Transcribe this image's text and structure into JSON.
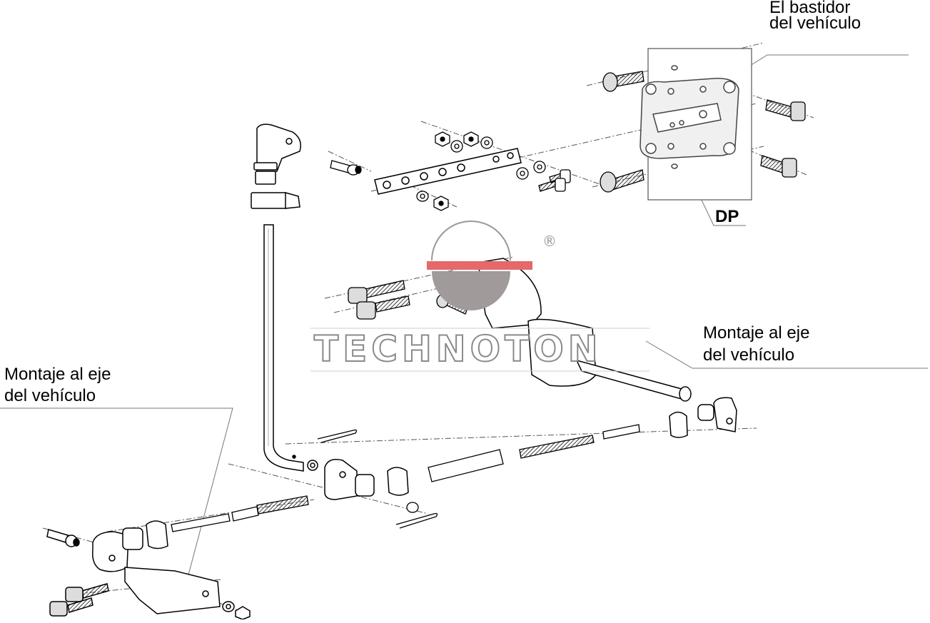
{
  "labels": {
    "frame_line1": "El bastidor",
    "frame_line2": "del vehículo",
    "dp": "DP",
    "axle_right_line1": "Montaje al eje",
    "axle_right_line2": "del vehículo",
    "axle_left_line1": "Montaje al eje",
    "axle_left_line2": "del vehículo"
  },
  "watermark": {
    "text": "TECHNOTON",
    "registered_mark": "®"
  },
  "colors": {
    "line": "#000000",
    "watermark_stroke": "#8a8a8a",
    "logo_gray": "#a09a9a",
    "logo_red": "#e5686a"
  }
}
